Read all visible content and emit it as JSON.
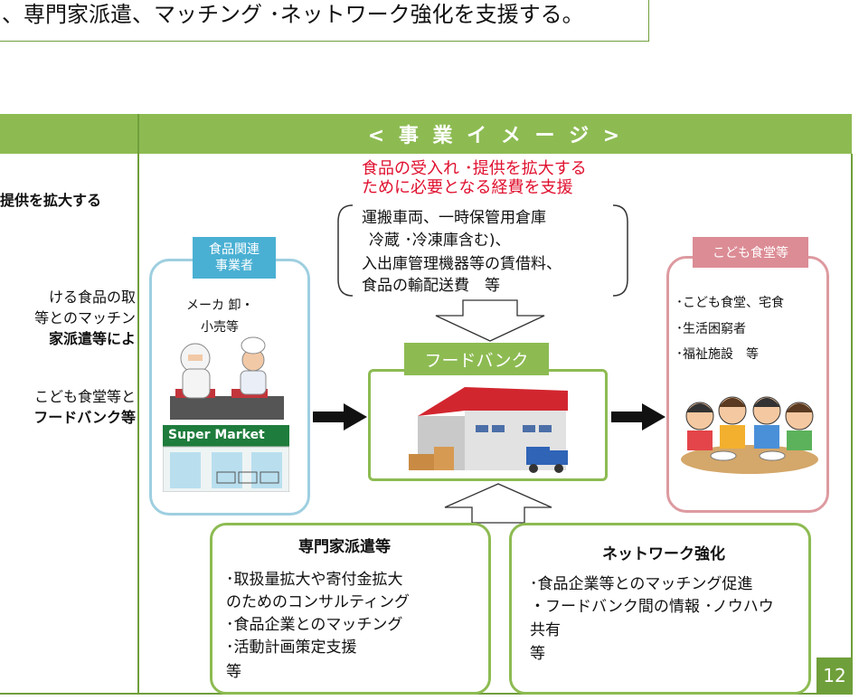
{
  "top_banner": {
    "text": "、専門家派遣、マッチング ･ネットワーク強化を支援する。"
  },
  "header": {
    "left": "",
    "right": "< 事 業 イ メ ー ジ >"
  },
  "left_text": {
    "line1": "提供を拡大する",
    "line2": "ける食品の取",
    "line3": "等とのマッチン",
    "line4": "家派遣等によ",
    "line5": "こども食堂等と",
    "line6": "フードバンク等"
  },
  "support_red": {
    "line1": "食品の受入れ ･提供を拡大する",
    "line2": "ために必要となる経費を支援"
  },
  "expenses": {
    "line1": "運搬車両、一時保管用倉庫",
    "line2": "冷蔵 ･冷凍庫含む)、",
    "line3": "入出庫管理機器等の賃借料、",
    "line4": "食品の輸配送費　等"
  },
  "food_business": {
    "label_line1": "食品関連",
    "label_line2": "事業者",
    "desc_line1": "メーカ 卸・",
    "desc_line2": "小売等",
    "store_sign": "Super Market"
  },
  "food_bank": {
    "label": "フードバンク"
  },
  "children_cafeteria": {
    "label": "こども食堂等",
    "items": [
      "･こども食堂、宅食",
      "･生活困窮者",
      "･福祉施設　等"
    ]
  },
  "expert": {
    "title": "専門家派遣等",
    "lines": [
      "･取扱量拡大や寄付金拡大",
      " のためのコンサルティング",
      "･食品企業とのマッチング",
      "･活動計画策定支援",
      " 等"
    ]
  },
  "network": {
    "title": "ネットワーク強化",
    "lines": [
      "･食品企業等とのマッチング促進",
      "・フードバンク間の情報 ･ノウハウ",
      " 共有",
      "   等"
    ]
  },
  "page_number": "12",
  "colors": {
    "green": "#8dbb52",
    "blue": "#4ab0d3",
    "pink": "#dc8c95",
    "red": "#e0102f"
  }
}
